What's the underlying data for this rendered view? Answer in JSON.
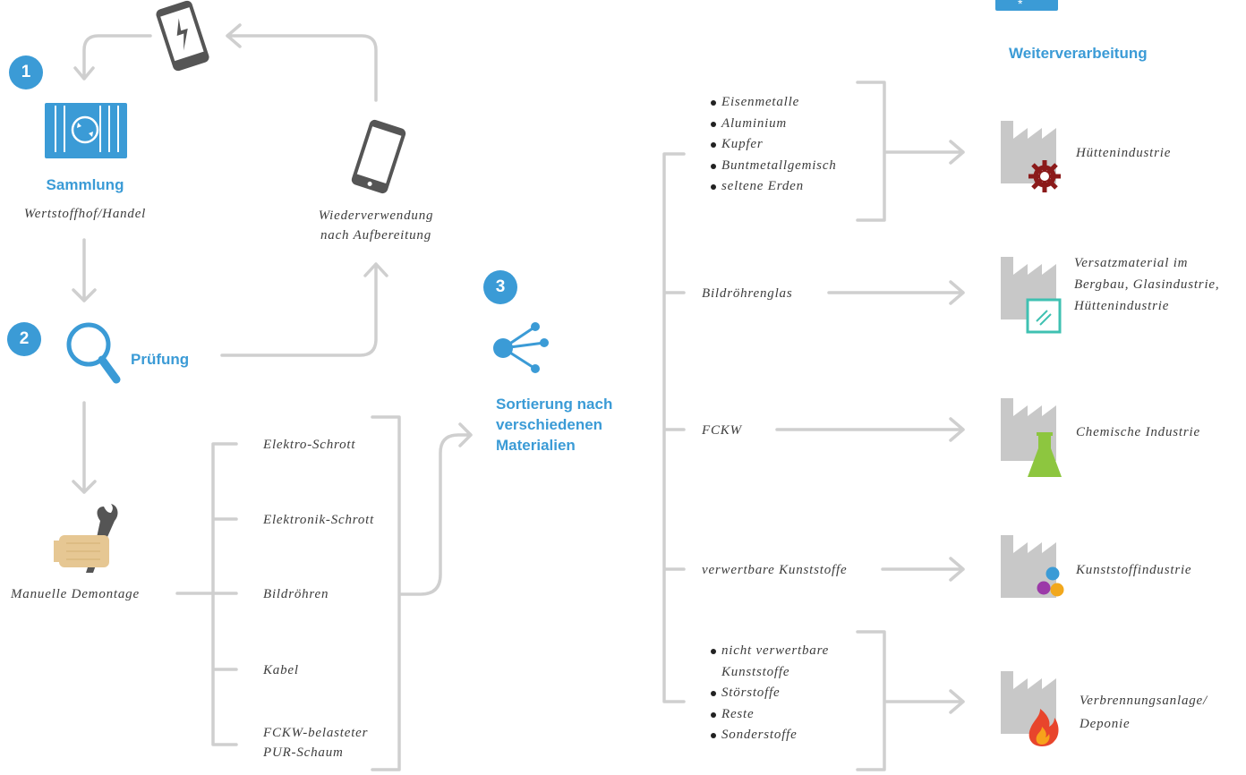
{
  "steps": {
    "s1": {
      "number": "1",
      "title": "Sammlung",
      "subtitle": "Wertstoffhof/Handel"
    },
    "s2": {
      "number": "2",
      "title": "Prüfung"
    },
    "s3": {
      "number": "3",
      "title_lines": [
        "Sortierung nach",
        "verschiedenen",
        "Materialien"
      ]
    }
  },
  "reuse": {
    "lines": [
      "Wiederverwendung",
      "nach Aufbereitung"
    ]
  },
  "dismantling": {
    "label": "Manuelle Demontage"
  },
  "scrap": {
    "e1": "Elektro-Schrott",
    "e2": "Elektronik-Schrott",
    "e3": "Bildröhren",
    "e4": "Kabel",
    "e5_lines": [
      "FCKW-belasteter",
      "PUR-Schaum"
    ]
  },
  "materials": {
    "metals": [
      "Eisenmetalle",
      "Aluminium",
      "Kupfer",
      "Buntmetallgemisch",
      "seltene Erden"
    ],
    "glass": "Bildröhrenglas",
    "fckw": "FCKW",
    "plastics": "verwertbare Kunststoffe",
    "rest_lines": [
      "nicht verwertbare",
      "Kunststoffe"
    ],
    "rest_items": [
      "Störstoffe",
      "Reste",
      "Sonderstoffe"
    ]
  },
  "processing": {
    "title": "Weiterverarbeitung",
    "smelting": "Hüttenindustrie",
    "glass_lines": [
      "Versatzmaterial im",
      "Bergbau, Glasindustrie,",
      "Hüttenindustrie"
    ],
    "chemical": "Chemische Industrie",
    "plastics": "Kunststoffindustrie",
    "incineration_lines": [
      "Verbrennungsanlage/",
      "Deponie"
    ]
  },
  "colors": {
    "accent": "#3b9bd6",
    "flow": "#cfcfcf",
    "factory": "#c8c8c8",
    "hand": "#e6c793",
    "gear": "#8b1a1a",
    "glass": "#3fc1b2",
    "flask": "#8dc63f",
    "fire": "#e8452c"
  }
}
